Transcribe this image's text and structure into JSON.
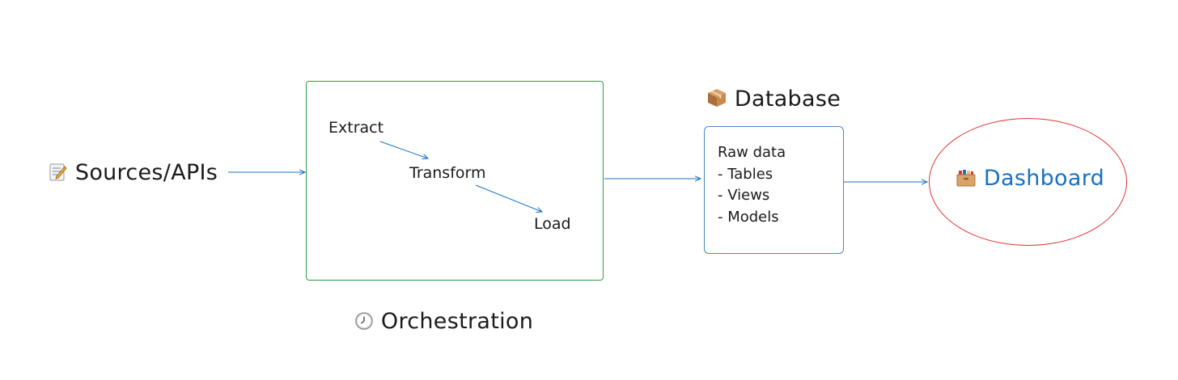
{
  "source": {
    "icon": "memo-icon",
    "label": "Sources/APIs"
  },
  "orchestration": {
    "title": "Orchestration",
    "icon": "clock-icon",
    "steps": [
      "Extract",
      "Transform",
      "Load"
    ],
    "border_color": "#2f9e44"
  },
  "database": {
    "title": "Database",
    "icon": "package-icon",
    "items": [
      "Raw data",
      "- Tables",
      "- Views",
      "- Models"
    ],
    "border_color": "#4a86c8"
  },
  "dashboard": {
    "icon": "card-file-box-icon",
    "label": "Dashboard",
    "label_color": "#1971c2",
    "border_color": "#e03131"
  },
  "arrow_color": "#1971c2"
}
